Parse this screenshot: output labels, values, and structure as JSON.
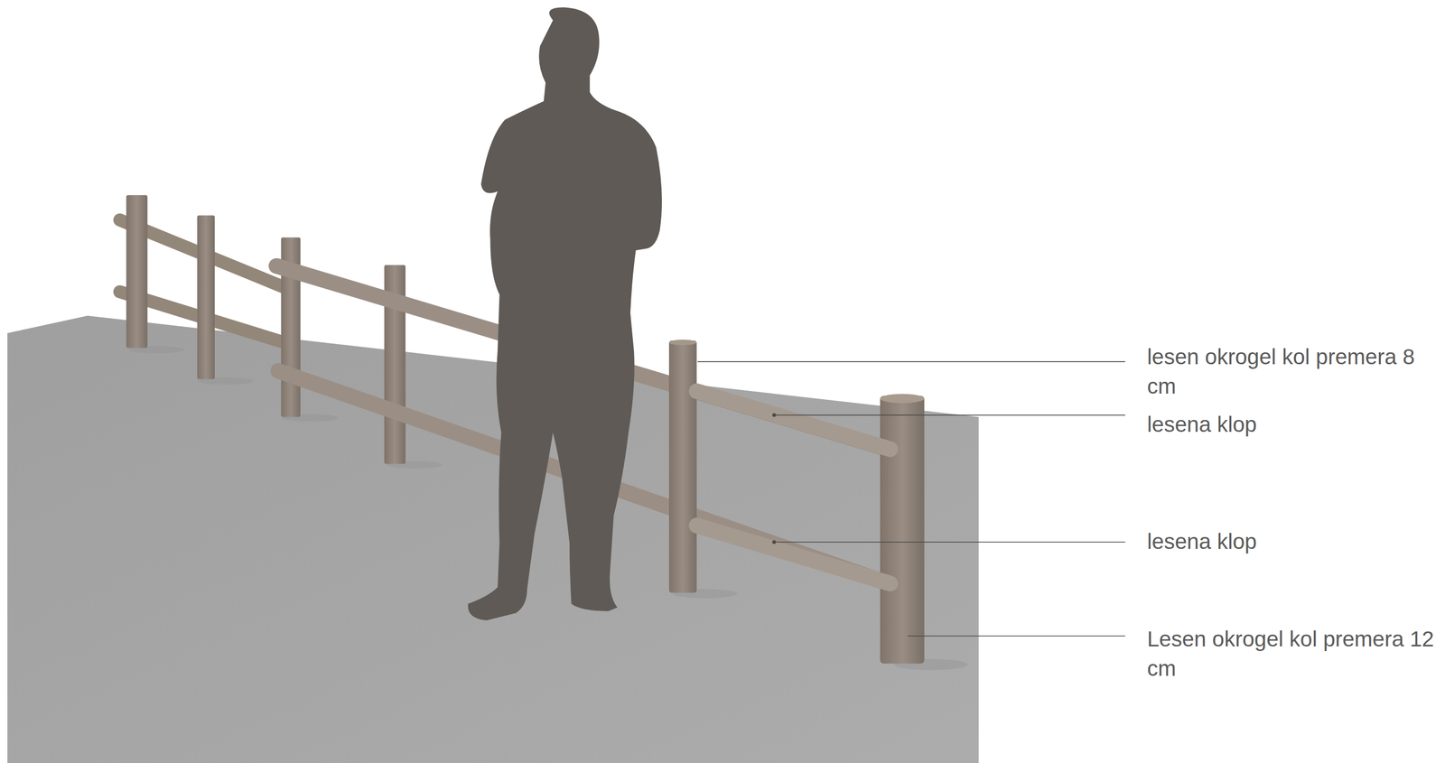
{
  "diagram": {
    "labels": [
      "lesen okrogel kol premera 8 cm",
      "lesena klop",
      "lesena klop",
      "Lesen okrogel kol premera 12 cm"
    ]
  }
}
